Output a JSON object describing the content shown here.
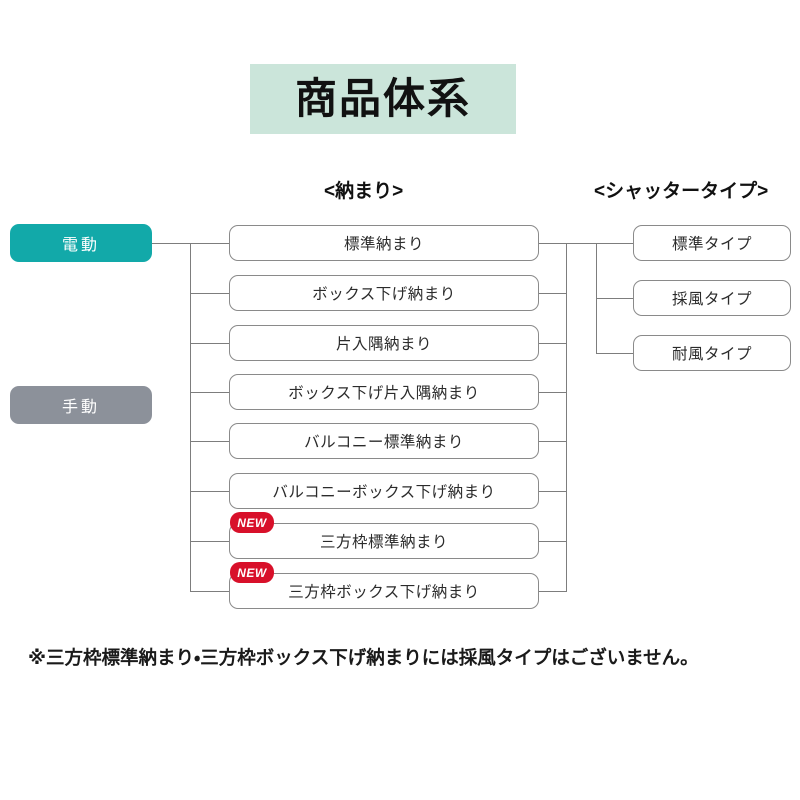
{
  "title": {
    "text": "商品体系"
  },
  "headers": {
    "middle": "<納まり>",
    "right": "<シャッタータイプ>"
  },
  "drive_types": [
    {
      "label": "電動",
      "color": "#12a9a9"
    },
    {
      "label": "手動",
      "color": "#8c919a"
    }
  ],
  "installation_types": [
    {
      "label": "標準納まり",
      "badge": ""
    },
    {
      "label": "ボックス下げ納まり",
      "badge": ""
    },
    {
      "label": "片入隅納まり",
      "badge": ""
    },
    {
      "label": "ボックス下げ片入隅納まり",
      "badge": ""
    },
    {
      "label": "バルコニー標準納まり",
      "badge": ""
    },
    {
      "label": "バルコニーボックス下げ納まり",
      "badge": ""
    },
    {
      "label": "三方枠標準納まり",
      "badge": "NEW"
    },
    {
      "label": "三方枠ボックス下げ納まり",
      "badge": "NEW"
    }
  ],
  "shutter_types": [
    {
      "label": "標準タイプ"
    },
    {
      "label": "採風タイプ"
    },
    {
      "label": "耐風タイプ"
    }
  ],
  "footnote": {
    "text": "※三方枠標準納まり・三方枠ボックス下げ納まりには採風タイプはございません。"
  }
}
